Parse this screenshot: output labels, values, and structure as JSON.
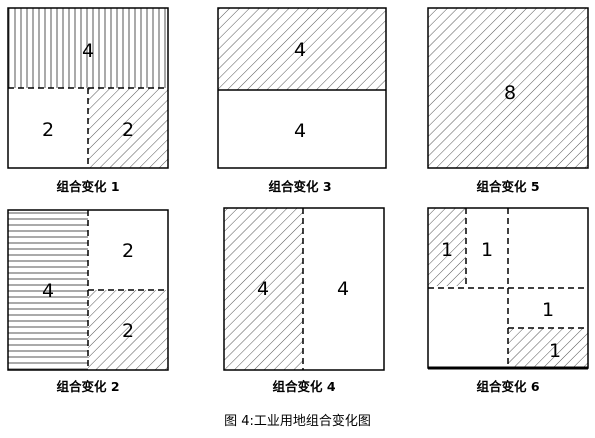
{
  "figure_title": "图 4:工业用地组合变化图",
  "panels": [
    {
      "caption": "组合变化 1",
      "labels": [
        "4",
        "2",
        "2"
      ]
    },
    {
      "caption": "组合变化 3",
      "labels": [
        "4",
        "4"
      ]
    },
    {
      "caption": "组合变化 5",
      "labels": [
        "8"
      ]
    },
    {
      "caption": "组合变化 2",
      "labels": [
        "4",
        "2",
        "2"
      ]
    },
    {
      "caption": "组合变化 4",
      "labels": [
        "4",
        "4"
      ]
    },
    {
      "caption": "组合变化 6",
      "labels": [
        "1",
        "1",
        "1",
        "1"
      ]
    }
  ],
  "colors": {
    "line": "#000000",
    "hatch": "#555555",
    "background": "#ffffff"
  }
}
